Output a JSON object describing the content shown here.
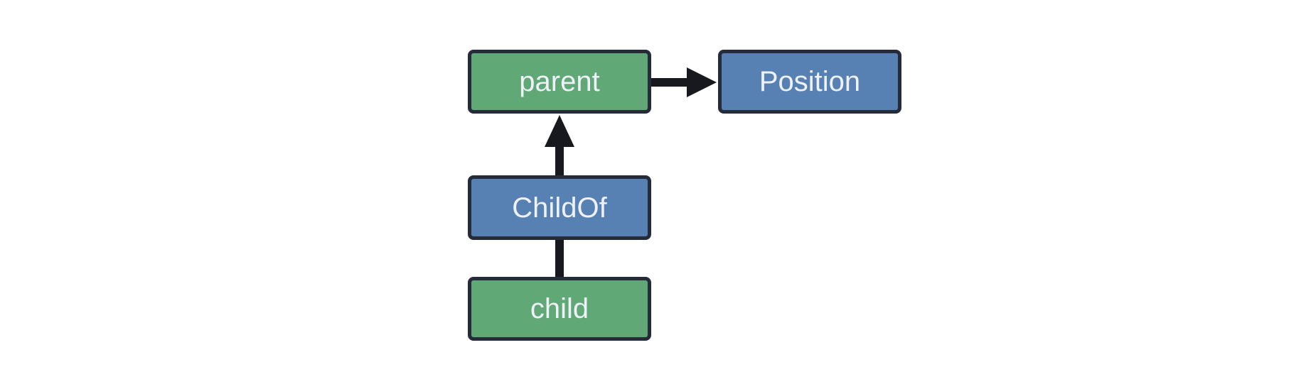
{
  "diagram": {
    "background_color": "#ffffff",
    "border_color": "#252b39",
    "connector_color": "#17191f",
    "label_color": "#eef1f7",
    "nodes": [
      {
        "id": "parent",
        "label": "parent",
        "fill": "#60a876",
        "color_name": "green"
      },
      {
        "id": "Position",
        "label": "Position",
        "fill": "#5881b3",
        "color_name": "blue"
      },
      {
        "id": "ChildOf",
        "label": "ChildOf",
        "fill": "#5881b3",
        "color_name": "blue"
      },
      {
        "id": "child",
        "label": "child",
        "fill": "#60a876",
        "color_name": "green"
      }
    ],
    "edges": [
      {
        "from": "parent",
        "to": "Position",
        "style": "arrow",
        "direction": "right"
      },
      {
        "from": "ChildOf",
        "to": "parent",
        "style": "arrow",
        "direction": "up"
      },
      {
        "from": "child",
        "to": "ChildOf",
        "style": "line",
        "direction": "up"
      }
    ]
  }
}
